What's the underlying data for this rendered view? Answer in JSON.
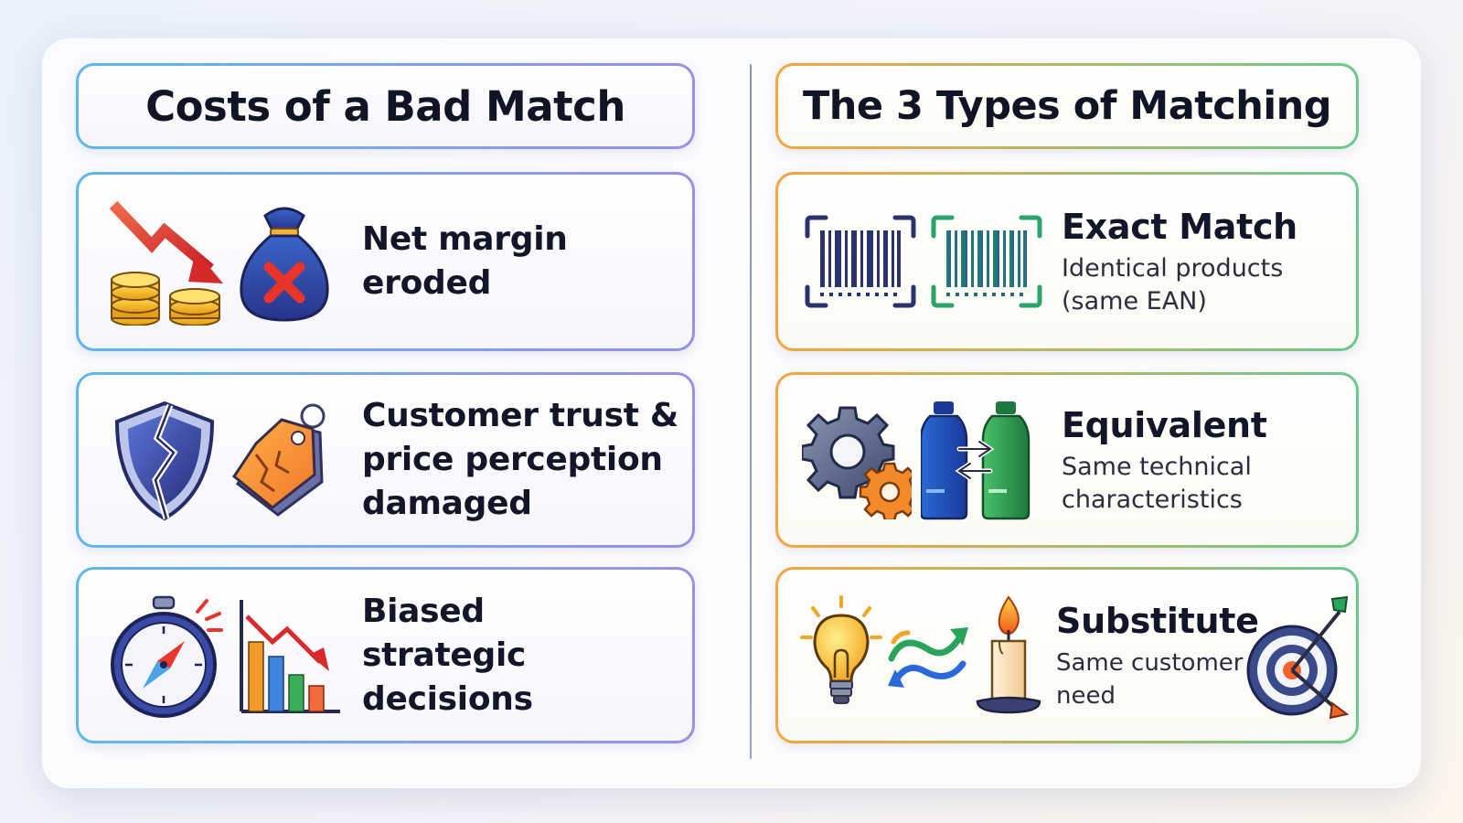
{
  "left": {
    "title": "Costs of a Bad Match",
    "items": [
      {
        "lines": [
          "Net margin",
          "eroded"
        ],
        "icons": [
          "falling-arrow-coins-icon",
          "money-bag-cross-icon"
        ]
      },
      {
        "lines": [
          "Customer trust &",
          "price perception",
          "damaged"
        ],
        "icons": [
          "broken-shield-icon",
          "torn-price-tag-icon"
        ]
      },
      {
        "lines": [
          "Biased",
          "strategic",
          "decisions"
        ],
        "icons": [
          "broken-compass-icon",
          "declining-bar-chart-icon"
        ]
      }
    ]
  },
  "right": {
    "title": "The 3 Types of Matching",
    "items": [
      {
        "title": "Exact Match",
        "desc": [
          "Identical products",
          "(same EAN)"
        ],
        "icons": [
          "barcode-scan-icon",
          "barcode-scan-green-icon"
        ]
      },
      {
        "title": "Equivalent",
        "desc": [
          "Same technical",
          "characteristics"
        ],
        "icons": [
          "gears-icon",
          "bottles-swap-icon"
        ]
      },
      {
        "title": "Substitute",
        "desc": [
          "Same customer",
          "need"
        ],
        "icons": [
          "light-bulb-icon",
          "swap-arrows-icon",
          "candle-icon",
          "target-arrow-icon"
        ]
      }
    ]
  }
}
